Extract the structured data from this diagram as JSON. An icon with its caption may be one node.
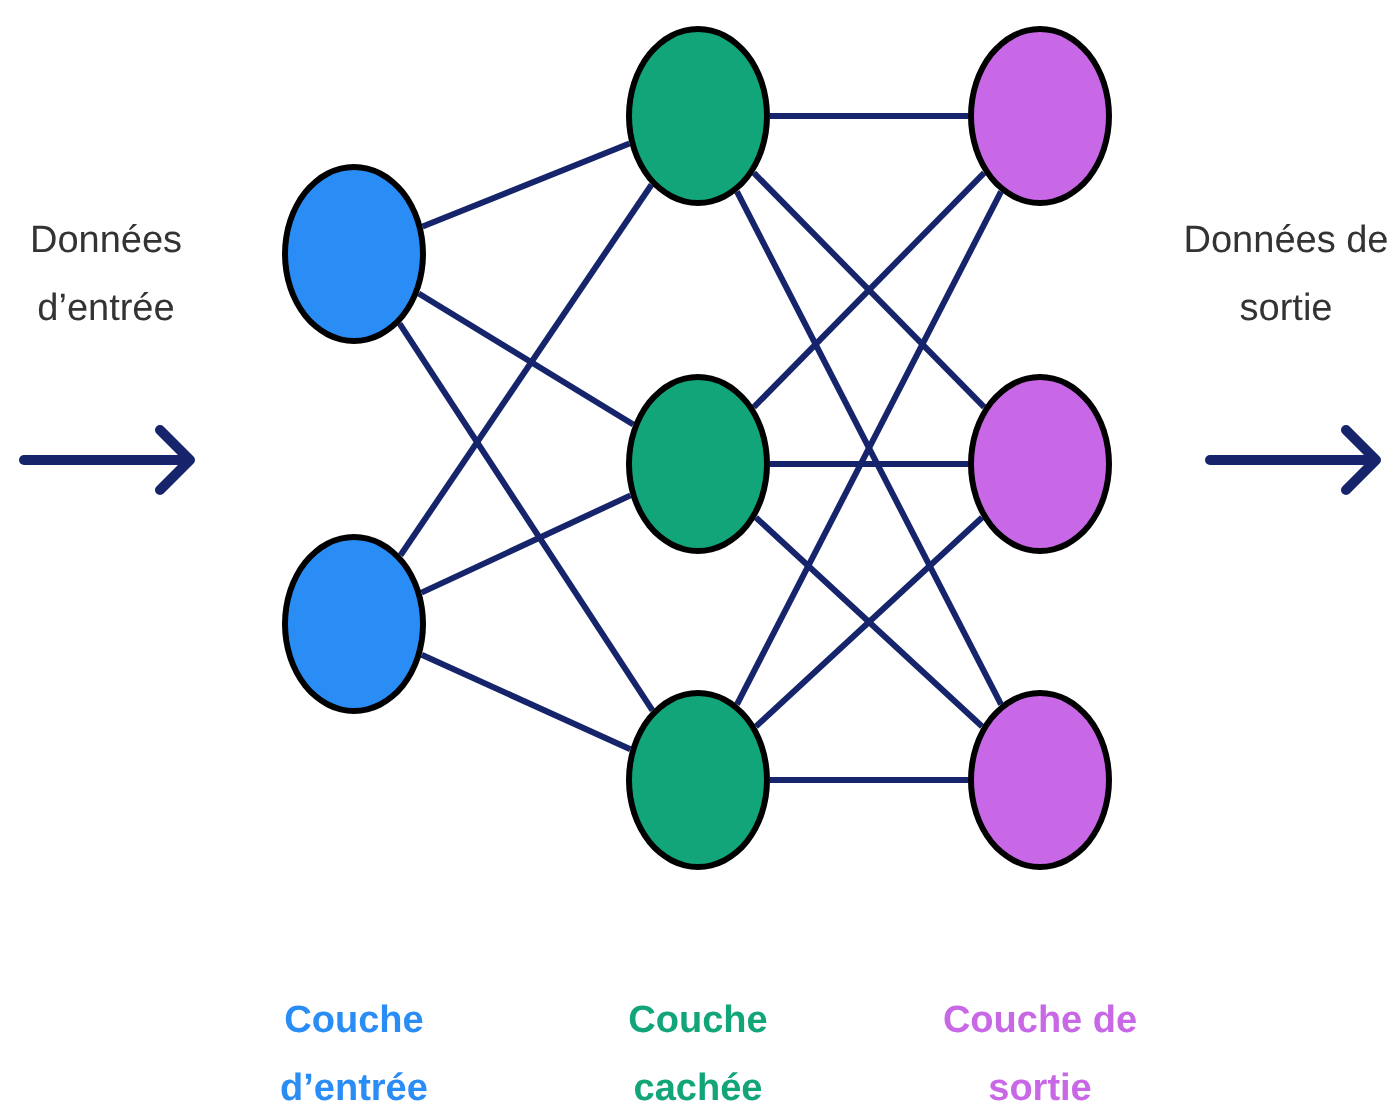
{
  "diagram": {
    "nodes": [
      {
        "text": [],
        "shape": "circle"
      },
      {
        "text": [],
        "shape": "circle"
      },
      {
        "text": [],
        "shape": "circle"
      },
      {
        "text": [],
        "shape": "circle"
      },
      {
        "text": [],
        "shape": "circle"
      },
      {
        "text": [],
        "shape": "circle"
      },
      {
        "text": [],
        "shape": "circle"
      },
      {
        "text": [],
        "shape": "circle"
      }
    ],
    "edges": [
      {
        "from": 0,
        "to": 2,
        "arrow": "none"
      },
      {
        "from": 0,
        "to": 3,
        "arrow": "none"
      },
      {
        "from": 0,
        "to": 4,
        "arrow": "none"
      },
      {
        "from": 1,
        "to": 2,
        "arrow": "none"
      },
      {
        "from": 1,
        "to": 3,
        "arrow": "none"
      },
      {
        "from": 1,
        "to": 4,
        "arrow": "none"
      },
      {
        "from": 2,
        "to": 5,
        "arrow": "none"
      },
      {
        "from": 2,
        "to": 6,
        "arrow": "none"
      },
      {
        "from": 2,
        "to": 7,
        "arrow": "none"
      },
      {
        "from": 3,
        "to": 5,
        "arrow": "none"
      },
      {
        "from": 3,
        "to": 6,
        "arrow": "none"
      },
      {
        "from": 3,
        "to": 7,
        "arrow": "none"
      },
      {
        "from": 4,
        "to": 5,
        "arrow": "none"
      },
      {
        "from": 4,
        "to": 6,
        "arrow": "none"
      },
      {
        "from": 4,
        "to": 7,
        "arrow": "none"
      }
    ],
    "labels": [
      "Données d’entrée",
      "Données de sortie",
      "Couche d’entrée",
      "Couche cachée",
      "Couche de sortie"
    ]
  }
}
